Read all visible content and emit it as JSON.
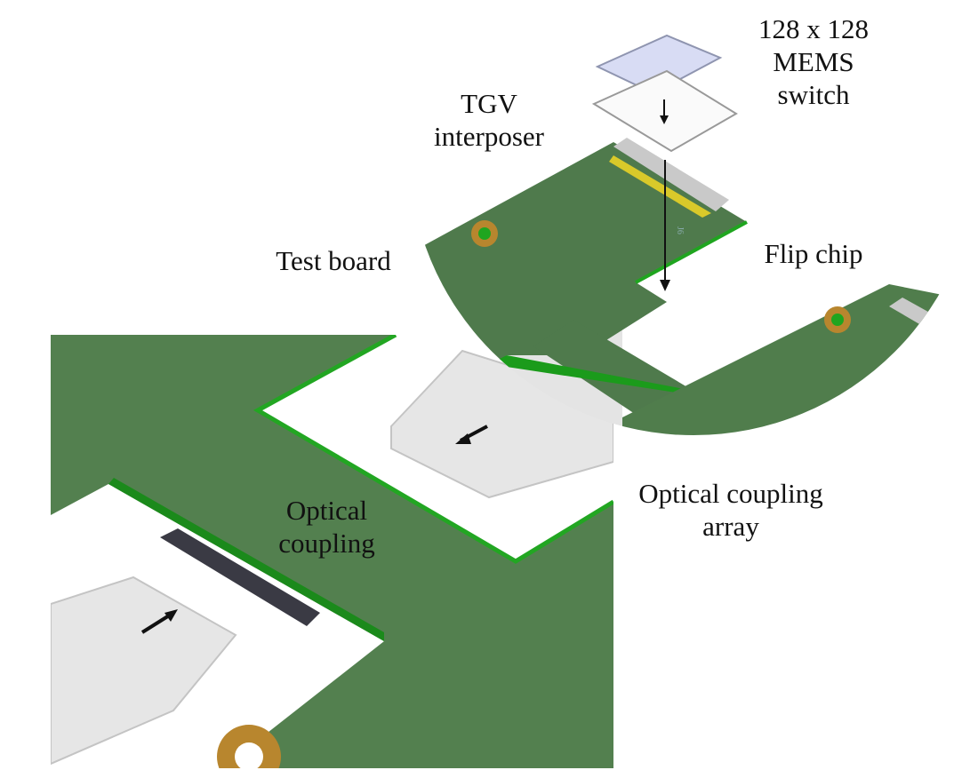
{
  "labels": {
    "mems": "128 x 128 MEMS switch",
    "tgv": "TGV interposer",
    "test_board": "Test board",
    "flip_chip": "Flip chip",
    "optical_coupling_array": "Optical coupling array",
    "optical_coupling": "Optical coupling"
  },
  "board_marking": "J6",
  "colors": {
    "board": "#4f7a4c",
    "board_edge": "#1fa51f",
    "pad": "#b8862e",
    "coupler": "#e2e2e2",
    "chip": "#d8dcf4"
  }
}
